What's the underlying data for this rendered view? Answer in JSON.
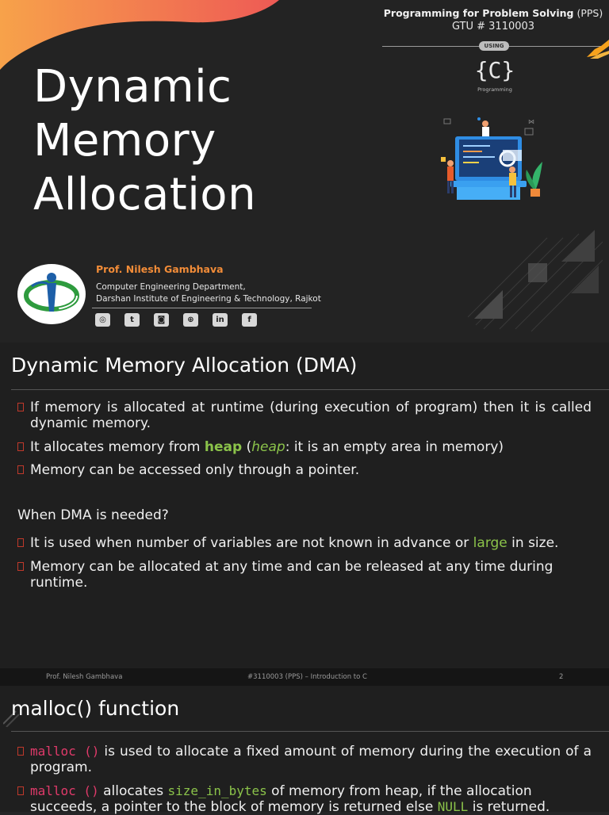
{
  "slide1": {
    "title_lines": [
      "Dynamic",
      "Memory",
      "Allocation"
    ],
    "course_name": "Programming for Problem Solving",
    "course_abbr": "(PPS)",
    "course_code": "GTU # 3110003",
    "using_label": "USING",
    "c_logo": "{C}",
    "c_logo_caption": "Programming",
    "professor": "Prof. Nilesh Gambhava",
    "department": "Computer Engineering Department,",
    "institute": "Darshan Institute of Engineering & Technology, Rajkot",
    "social_icons": [
      "whatsapp-icon",
      "twitter-icon",
      "instagram-icon",
      "web-icon",
      "linkedin-icon",
      "facebook-icon"
    ],
    "social_glyphs": [
      "◎",
      "t",
      "◙",
      "⊕",
      "in",
      "f"
    ],
    "accent_color": "#f28c38"
  },
  "slide2": {
    "title": "Dynamic Memory Allocation (DMA)",
    "b1": "If memory is allocated at runtime (during execution of program) then it is called dynamic memory.",
    "b2_pre": "It allocates memory from ",
    "b2_heap": "heap",
    "b2_paren_open": " (",
    "b2_heap_i": "heap",
    "b2_post": ": it is an empty area in memory)",
    "b3": "Memory can be accessed only through a pointer.",
    "question": "When DMA is needed?",
    "b4_pre": "It is used when number of variables are not known in advance or ",
    "b4_large": "large",
    "b4_post": " in size.",
    "b5": "Memory can be allocated at any time and can be released at any time during runtime."
  },
  "footer": {
    "left": "Prof. Nilesh Gambhava",
    "center": "#3110003 (PPS) – Introduction to C",
    "page": "2"
  },
  "slide3": {
    "title": "malloc() function",
    "b1_code": "malloc ()",
    "b1_text": " is used to allocate a fixed amount of memory during the execution of a program.",
    "b2_code": "malloc ()",
    "b2_mid": " allocates ",
    "b2_code2": "size_in_bytes",
    "b2_text": " of memory from heap, if the allocation succeeds, a pointer to the block of memory is returned else ",
    "b2_null": "NULL",
    "b2_end": " is returned."
  }
}
